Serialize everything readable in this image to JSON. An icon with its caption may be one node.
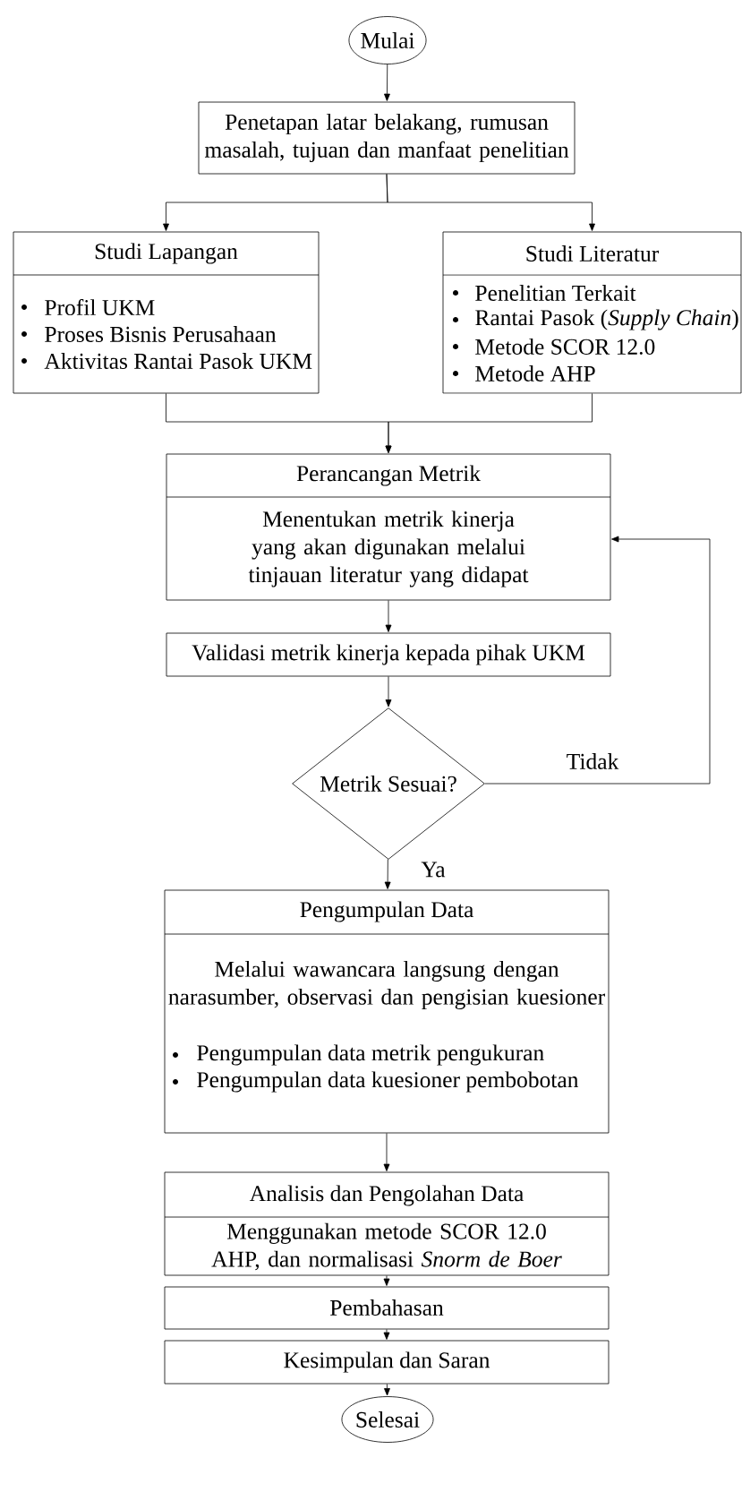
{
  "diagram": {
    "nodes": [
      {
        "text": [
          "Mulai"
        ]
      },
      {
        "text": [
          "Penetapan latar belakang, rumusan masalah, tujuan dan manfaat penelitian"
        ]
      },
      {
        "text": [
          "Studi Lapangan",
          "Profil UKM",
          "Proses Bisnis Perusahaan",
          "Aktivitas Rantai Pasok UKM"
        ]
      },
      {
        "text": [
          "Studi Literatur",
          "Penelitian Terkait",
          "Rantai Pasok (*Supply Chain*)",
          "Metode SCOR 12.0",
          "Metode AHP"
        ]
      },
      {
        "text": [
          "Perancangan Metrik",
          "Menentukan metrik kinerja yang akan digunakan melalui tinjauan literatur yang didapat"
        ]
      },
      {
        "text": [
          "Validasi metrik kinerja kepada pihak UKM"
        ]
      },
      {
        "text": [
          "Metrik Sesuai?"
        ]
      },
      {
        "text": [
          "Pengumpulan Data",
          "Melalui wawancara langsung dengan narasumber, observasi dan pengisian kuesioner",
          "Pengumpulan data metrik pengukuran",
          "Pengumpulan data kuesioner pembobotan"
        ]
      },
      {
        "text": [
          "Analisis dan Pengolahan Data",
          "Menggunakan metode SCOR 12.0 AHP, dan normalisasi *Snorm de Boer*"
        ]
      },
      {
        "text": [
          "Pembahasan"
        ]
      },
      {
        "text": [
          "Kesimpulan dan Saran"
        ]
      },
      {
        "text": [
          "Selesai"
        ]
      }
    ],
    "edges": [
      {
        "from": 0,
        "to": 1,
        "arrow": "to"
      },
      {
        "from": 1,
        "to": 2,
        "arrow": "to"
      },
      {
        "from": 1,
        "to": 3,
        "arrow": "to"
      },
      {
        "from": 2,
        "to": 4,
        "arrow": "to"
      },
      {
        "from": 3,
        "to": 4,
        "arrow": "to"
      },
      {
        "from": 4,
        "to": 5,
        "arrow": "to"
      },
      {
        "from": 5,
        "to": 6,
        "arrow": "to"
      },
      {
        "from": 6,
        "to": 7,
        "arrow": "to",
        "label": "Ya"
      },
      {
        "from": 6,
        "to": 4,
        "arrow": "to",
        "label": "Tidak"
      },
      {
        "from": 7,
        "to": 8,
        "arrow": "to"
      },
      {
        "from": 8,
        "to": 9,
        "arrow": "to"
      },
      {
        "from": 9,
        "to": 10,
        "arrow": "to"
      },
      {
        "from": 10,
        "to": 11,
        "arrow": "to"
      }
    ]
  }
}
